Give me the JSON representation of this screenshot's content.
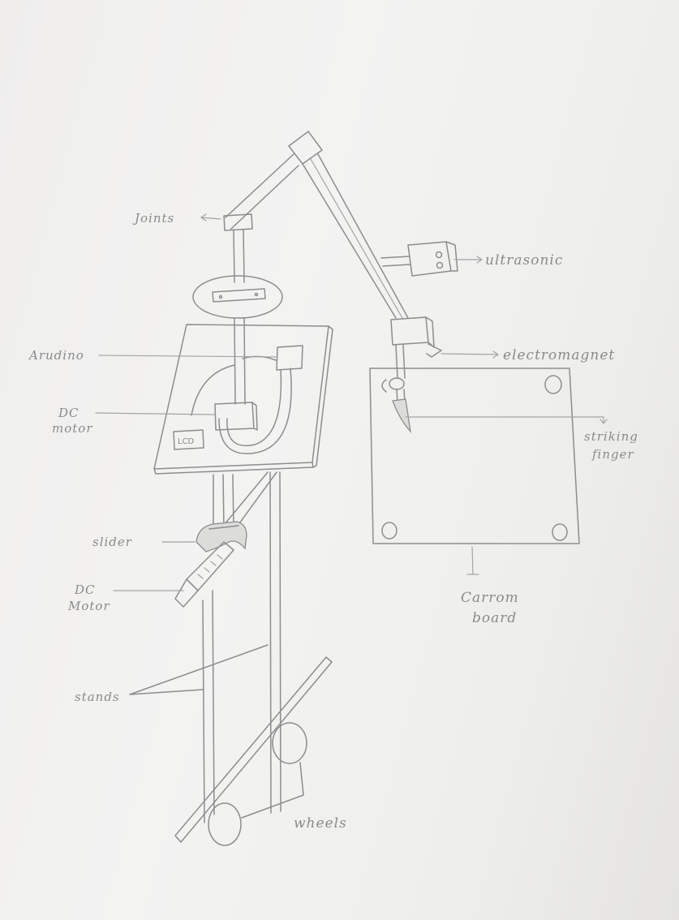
{
  "labels": {
    "joints": "Joints",
    "ultrasonic": "ultrasonic",
    "arduino": "Arudino",
    "electromagnet": "electromagnet",
    "dc_motor_top_1": "DC",
    "dc_motor_top_2": "motor",
    "lcd": "LCD",
    "striking_finger_1": "striking",
    "striking_finger_2": "finger",
    "slider": "slider",
    "dc_motor_bottom_1": "DC",
    "dc_motor_bottom_2": "Motor",
    "carrom_board_1": "Carrom",
    "carrom_board_2": "board",
    "stands": "stands",
    "wheels": "wheels"
  }
}
